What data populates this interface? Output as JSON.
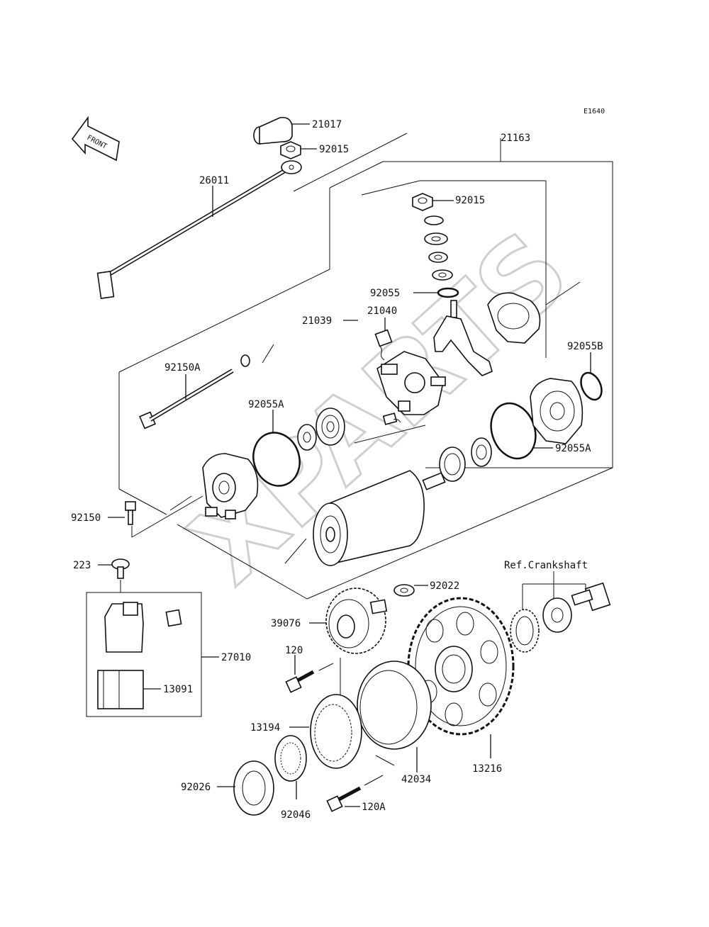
{
  "diagram": {
    "code": "E1640",
    "front_label": "FRONT",
    "ref_label": "Ref.Crankshaft",
    "watermark": "XPARTS",
    "parts": {
      "p21017": "21017",
      "p92015a": "92015",
      "p92015b": "92015",
      "p21163": "21163",
      "p26011": "26011",
      "p92055": "92055",
      "p21039": "21039",
      "p21040": "21040",
      "p92055B": "92055B",
      "p92150A": "92150A",
      "p92055A_l": "92055A",
      "p92055A_r": "92055A",
      "p92150": "92150",
      "p223": "223",
      "p92022": "92022",
      "p39076": "39076",
      "p27010": "27010",
      "p120": "120",
      "p13091": "13091",
      "p13194": "13194",
      "p13216": "13216",
      "p42034": "42034",
      "p92026": "92026",
      "p120A": "120A",
      "p92046": "92046"
    }
  }
}
